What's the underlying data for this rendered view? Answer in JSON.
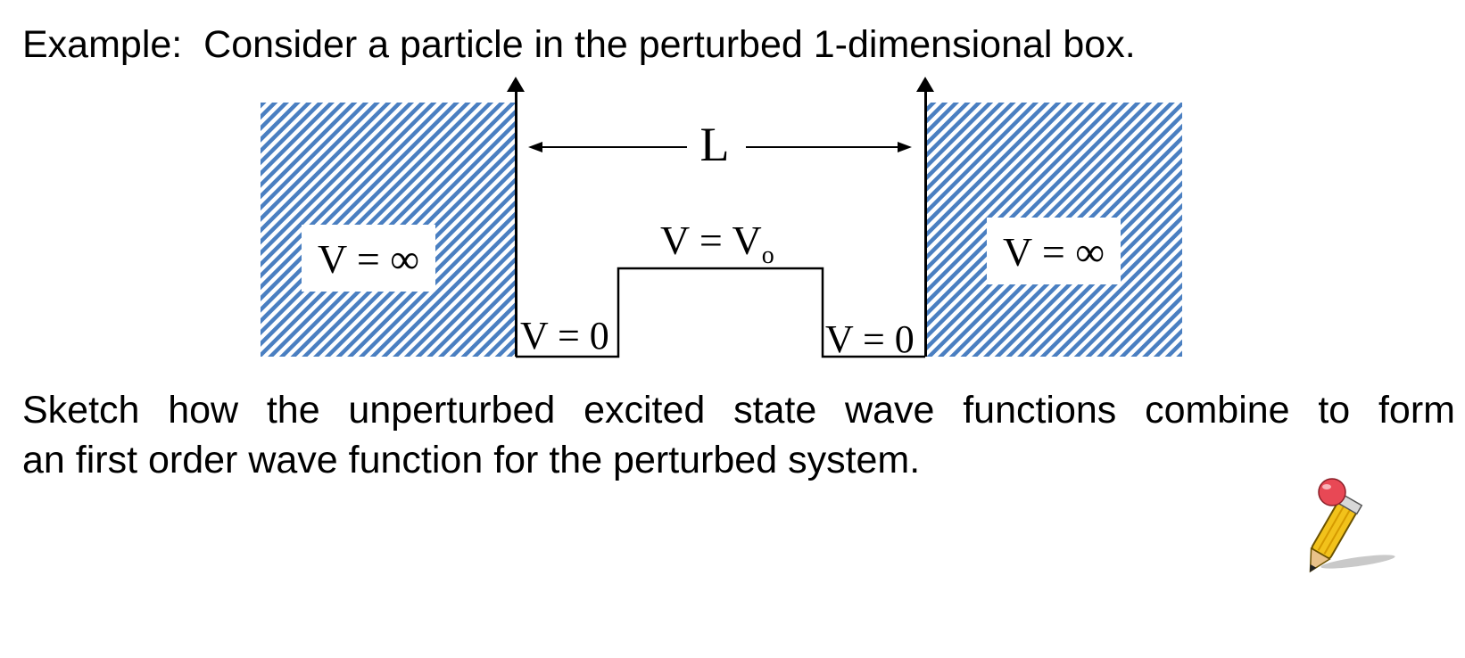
{
  "heading": "Example:  Consider a particle in the perturbed 1-dimensional box.",
  "task": {
    "line1": "Sketch how the unperturbed excited state wave functions combine to form",
    "line2": "an first order wave function for the perturbed system."
  },
  "diagram": {
    "length_label": "L",
    "left_region_label": "V = ∞",
    "right_region_label": "V = ∞",
    "barrier_label_main": "V = V",
    "barrier_label_sub": "o",
    "left_well_label": "V = 0",
    "right_well_label": "V = 0",
    "hatch_color": "#4a7fc1"
  },
  "icons": {
    "decoration": "pencil-icon"
  }
}
